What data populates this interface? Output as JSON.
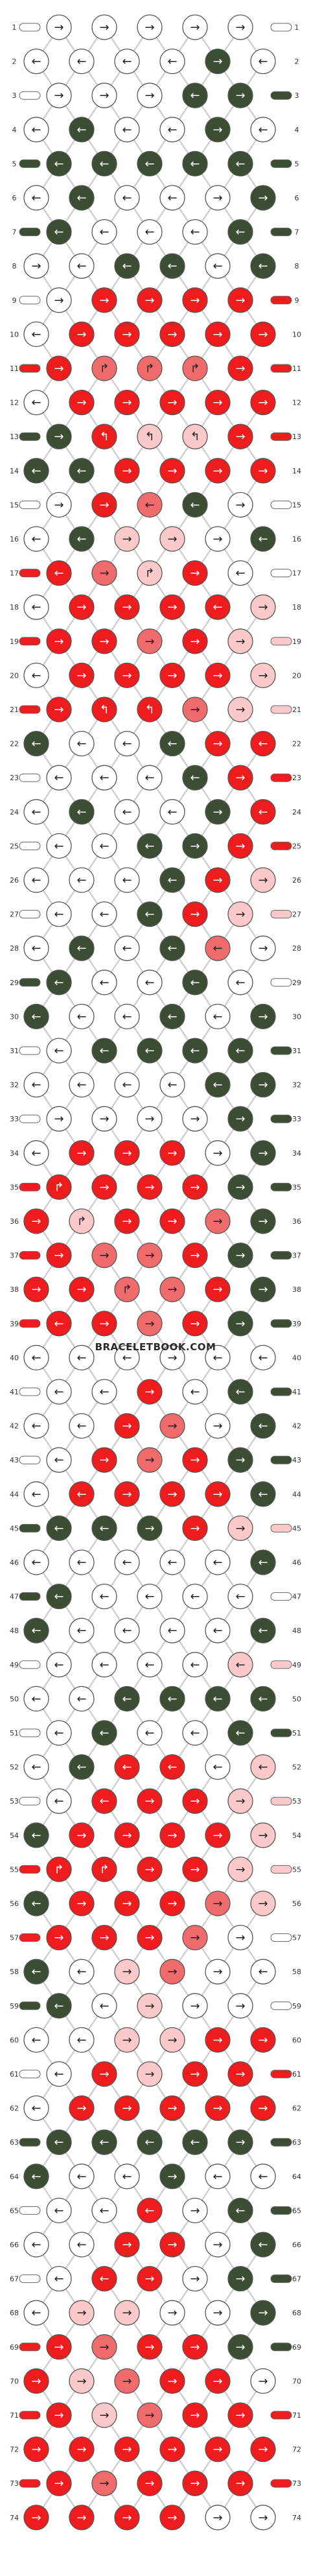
{
  "watermark": "BRACELETBOOK.COM",
  "colors": {
    "A": "#ffffff",
    "B": "#3b4d32",
    "C": "#ee1c1c",
    "D": "#f06b6b",
    "E": "#fbc9c9"
  },
  "string_order": [
    "A",
    "A",
    "B",
    "B",
    "B",
    "C",
    "E",
    "D",
    "C",
    "C",
    "A",
    "A"
  ],
  "rows": [
    {
      "n": 1,
      "knots": [
        "f",
        "f",
        "f",
        "f",
        "f"
      ],
      "c": "AAAAA"
    },
    {
      "n": 2,
      "knots": [
        "b",
        "b",
        "b",
        "b",
        "f",
        "b"
      ],
      "c": "AAAABA"
    },
    {
      "n": 3,
      "knots": [
        "f",
        "f",
        "f",
        "b",
        "f"
      ],
      "c": "AAABB"
    },
    {
      "n": 4,
      "knots": [
        "b",
        "b",
        "b",
        "b",
        "f",
        "b"
      ],
      "c": "ABAABA"
    },
    {
      "n": 5,
      "knots": [
        "b",
        "b",
        "b",
        "b",
        "b"
      ],
      "c": "BBBBB"
    },
    {
      "n": 6,
      "knots": [
        "b",
        "b",
        "b",
        "b",
        "f",
        "f"
      ],
      "c": "ABAAAB"
    },
    {
      "n": 7,
      "knots": [
        "b",
        "b",
        "b",
        "b",
        "b"
      ],
      "c": "BAAAB"
    },
    {
      "n": 8,
      "knots": [
        "f",
        "b",
        "b",
        "b",
        "b",
        "b"
      ],
      "c": "AABBAB"
    },
    {
      "n": 9,
      "knots": [
        "f",
        "f",
        "f",
        "f",
        "f"
      ],
      "c": "ACCCC"
    },
    {
      "n": 10,
      "knots": [
        "b",
        "f",
        "f",
        "f",
        "f",
        "f"
      ],
      "c": "ACCCCC"
    },
    {
      "n": 11,
      "knots": [
        "f",
        "fb",
        "fb",
        "fb",
        "f"
      ],
      "c": "CDDDC"
    },
    {
      "n": 12,
      "knots": [
        "b",
        "f",
        "f",
        "f",
        "f",
        "f"
      ],
      "c": "ACCCCC"
    },
    {
      "n": 13,
      "knots": [
        "f",
        "bf",
        "bf",
        "bf",
        "f"
      ],
      "c": "BCEEC"
    },
    {
      "n": 14,
      "knots": [
        "b",
        "b",
        "f",
        "f",
        "f",
        "f"
      ],
      "c": "BBCCCC"
    },
    {
      "n": 15,
      "knots": [
        "f",
        "f",
        "b",
        "b",
        "f"
      ],
      "c": "ACDBA"
    },
    {
      "n": 16,
      "knots": [
        "b",
        "b",
        "f",
        "f",
        "f",
        "b"
      ],
      "c": "ABEEAB"
    },
    {
      "n": 17,
      "knots": [
        "b",
        "f",
        "fb",
        "f",
        "b"
      ],
      "c": "CDECA"
    },
    {
      "n": 18,
      "knots": [
        "b",
        "f",
        "f",
        "f",
        "b",
        "f"
      ],
      "c": "ACCCCE"
    },
    {
      "n": 19,
      "knots": [
        "f",
        "f",
        "f",
        "f",
        "f"
      ],
      "c": "CCDCE"
    },
    {
      "n": 20,
      "knots": [
        "b",
        "f",
        "f",
        "f",
        "f",
        "f"
      ],
      "c": "ACCCCE"
    },
    {
      "n": 21,
      "knots": [
        "f",
        "bf",
        "bf",
        "f",
        "f"
      ],
      "c": "CCCDE"
    },
    {
      "n": 22,
      "knots": [
        "b",
        "b",
        "b",
        "b",
        "f",
        "b"
      ],
      "c": "BAABCC"
    },
    {
      "n": 23,
      "knots": [
        "b",
        "b",
        "b",
        "b",
        "f"
      ],
      "c": "AAABC"
    },
    {
      "n": 24,
      "knots": [
        "b",
        "b",
        "b",
        "b",
        "f",
        "b"
      ],
      "c": "ABAABC"
    },
    {
      "n": 25,
      "knots": [
        "b",
        "b",
        "b",
        "f",
        "f"
      ],
      "c": "AABBC"
    },
    {
      "n": 26,
      "knots": [
        "b",
        "b",
        "b",
        "b",
        "f",
        "f"
      ],
      "c": "AAABCE"
    },
    {
      "n": 27,
      "knots": [
        "b",
        "b",
        "b",
        "f",
        "f"
      ],
      "c": "AABCE"
    },
    {
      "n": 28,
      "knots": [
        "b",
        "b",
        "b",
        "b",
        "b",
        "f"
      ],
      "c": "ABABDA"
    },
    {
      "n": 29,
      "knots": [
        "b",
        "b",
        "b",
        "b",
        "b"
      ],
      "c": "BAABA"
    },
    {
      "n": 30,
      "knots": [
        "b",
        "b",
        "b",
        "b",
        "b",
        "f"
      ],
      "c": "BAABAB"
    },
    {
      "n": 31,
      "knots": [
        "b",
        "b",
        "b",
        "b",
        "b"
      ],
      "c": "ABBBB"
    },
    {
      "n": 32,
      "knots": [
        "b",
        "b",
        "b",
        "b",
        "b",
        "f"
      ],
      "c": "AAAABB"
    },
    {
      "n": 33,
      "knots": [
        "f",
        "f",
        "f",
        "f",
        "f"
      ],
      "c": "AAAAB"
    },
    {
      "n": 34,
      "knots": [
        "b",
        "f",
        "f",
        "f",
        "f",
        "f"
      ],
      "c": "ACCCAB"
    },
    {
      "n": 35,
      "knots": [
        "fb",
        "f",
        "f",
        "f",
        "f"
      ],
      "c": "CCCCB"
    },
    {
      "n": 36,
      "knots": [
        "f",
        "fb",
        "f",
        "f",
        "f",
        "f"
      ],
      "c": "CECCDB"
    },
    {
      "n": 37,
      "knots": [
        "f",
        "f",
        "f",
        "f",
        "f"
      ],
      "c": "CDDCB"
    },
    {
      "n": 38,
      "knots": [
        "f",
        "f",
        "fb",
        "f",
        "f",
        "f"
      ],
      "c": "CCDDCB"
    },
    {
      "n": 39,
      "knots": [
        "b",
        "f",
        "f",
        "f",
        "f"
      ],
      "c": "CCDCB"
    },
    {
      "n": 40,
      "knots": [
        "b",
        "b",
        "b",
        "f",
        "b",
        "b"
      ],
      "c": "AAAAAA"
    },
    {
      "n": 41,
      "knots": [
        "b",
        "b",
        "f",
        "b",
        "b"
      ],
      "c": "AACAB"
    },
    {
      "n": 42,
      "knots": [
        "b",
        "b",
        "f",
        "f",
        "f",
        "b"
      ],
      "c": "AACDAB"
    },
    {
      "n": 43,
      "knots": [
        "b",
        "f",
        "f",
        "f",
        "f"
      ],
      "c": "ACDCB"
    },
    {
      "n": 44,
      "knots": [
        "b",
        "b",
        "f",
        "f",
        "f",
        "b"
      ],
      "c": "ACCCCB"
    },
    {
      "n": 45,
      "knots": [
        "b",
        "b",
        "f",
        "f",
        "f"
      ],
      "c": "BBBCE"
    },
    {
      "n": 46,
      "knots": [
        "b",
        "b",
        "b",
        "b",
        "b",
        "b"
      ],
      "c": "AAAAAB"
    },
    {
      "n": 47,
      "knots": [
        "b",
        "b",
        "b",
        "b",
        "b"
      ],
      "c": "BAAAA"
    },
    {
      "n": 48,
      "knots": [
        "b",
        "b",
        "b",
        "b",
        "b",
        "b"
      ],
      "c": "BAAAAB"
    },
    {
      "n": 49,
      "knots": [
        "b",
        "b",
        "b",
        "b",
        "b"
      ],
      "c": "AAAAE"
    },
    {
      "n": 50,
      "knots": [
        "b",
        "b",
        "b",
        "b",
        "b",
        "b"
      ],
      "c": "AABBBB"
    },
    {
      "n": 51,
      "knots": [
        "b",
        "b",
        "b",
        "b",
        "b"
      ],
      "c": "ABAAB"
    },
    {
      "n": 52,
      "knots": [
        "b",
        "b",
        "b",
        "b",
        "b",
        "b"
      ],
      "c": "ABCCAE"
    },
    {
      "n": 53,
      "knots": [
        "b",
        "b",
        "f",
        "f",
        "f"
      ],
      "c": "ACCCE"
    },
    {
      "n": 54,
      "knots": [
        "b",
        "f",
        "f",
        "f",
        "f",
        "f"
      ],
      "c": "BCCCCE"
    },
    {
      "n": 55,
      "knots": [
        "fb",
        "fb",
        "f",
        "f",
        "f"
      ],
      "c": "CCCCE"
    },
    {
      "n": 56,
      "knots": [
        "b",
        "f",
        "f",
        "f",
        "f",
        "f"
      ],
      "c": "BCCCDE"
    },
    {
      "n": 57,
      "knots": [
        "f",
        "f",
        "f",
        "f",
        "f"
      ],
      "c": "CCCDA"
    },
    {
      "n": 58,
      "knots": [
        "b",
        "b",
        "f",
        "f",
        "f",
        "b"
      ],
      "c": "BAEDAA"
    },
    {
      "n": 59,
      "knots": [
        "b",
        "b",
        "f",
        "f",
        "f"
      ],
      "c": "BAEAA"
    },
    {
      "n": 60,
      "knots": [
        "b",
        "b",
        "f",
        "f",
        "f",
        "f"
      ],
      "c": "AAEECC"
    },
    {
      "n": 61,
      "knots": [
        "b",
        "f",
        "f",
        "f",
        "f"
      ],
      "c": "ACECC"
    },
    {
      "n": 62,
      "knots": [
        "b",
        "f",
        "f",
        "f",
        "f",
        "f"
      ],
      "c": "ACCCCC"
    },
    {
      "n": 63,
      "knots": [
        "b",
        "b",
        "b",
        "b",
        "f"
      ],
      "c": "BBBBB"
    },
    {
      "n": 64,
      "knots": [
        "b",
        "b",
        "b",
        "f",
        "b",
        "b"
      ],
      "c": "BAABAA"
    },
    {
      "n": 65,
      "knots": [
        "b",
        "b",
        "b",
        "f",
        "b"
      ],
      "c": "AACAB"
    },
    {
      "n": 66,
      "knots": [
        "b",
        "b",
        "f",
        "f",
        "f",
        "b"
      ],
      "c": "AACCAB"
    },
    {
      "n": 67,
      "knots": [
        "b",
        "b",
        "f",
        "f",
        "f"
      ],
      "c": "ACCAB"
    },
    {
      "n": 68,
      "knots": [
        "b",
        "f",
        "f",
        "f",
        "f",
        "f"
      ],
      "c": "AEEAAB"
    },
    {
      "n": 69,
      "knots": [
        "f",
        "f",
        "f",
        "f",
        "f"
      ],
      "c": "CDCCB"
    },
    {
      "n": 70,
      "knots": [
        "f",
        "f",
        "f",
        "f",
        "f",
        "f"
      ],
      "c": "CEDCCA"
    },
    {
      "n": 71,
      "knots": [
        "f",
        "f",
        "f",
        "f",
        "f"
      ],
      "c": "CEDCC"
    },
    {
      "n": 72,
      "knots": [
        "f",
        "f",
        "f",
        "f",
        "f",
        "f"
      ],
      "c": "CCCCCC"
    },
    {
      "n": 73,
      "knots": [
        "f",
        "f",
        "f",
        "f",
        "f"
      ],
      "c": "CDCCC"
    },
    {
      "n": 74,
      "knots": [
        "f",
        "f",
        "f",
        "f",
        "f",
        "f"
      ],
      "c": "CCCCAA"
    }
  ]
}
